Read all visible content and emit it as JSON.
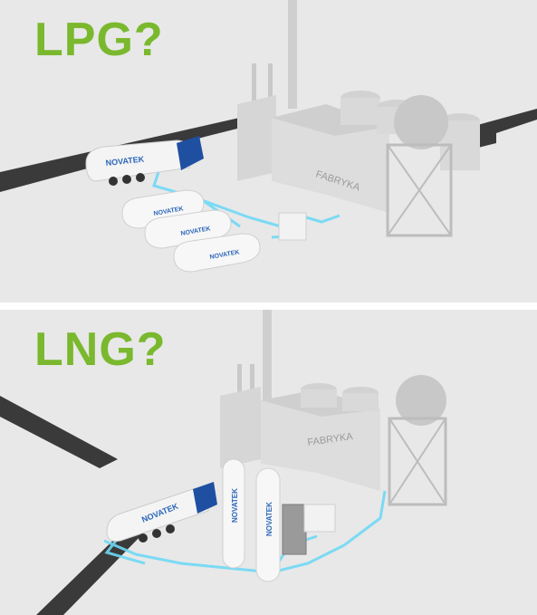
{
  "top_panel": {
    "headline": "LPG?",
    "brand": "NOVATEK",
    "factory_label": "FABRYKA"
  },
  "bottom_panel": {
    "headline": "LNG?",
    "brand": "NOVATEK",
    "factory_label": "FABRYKA"
  },
  "colors": {
    "headline": "#7ab82e",
    "brand": "#2a66b8",
    "pipe_glow": "#6fd8f5",
    "road": "#3a3a3a",
    "background": "#e8e8e8",
    "truck_cab": "#1f4fa0"
  }
}
